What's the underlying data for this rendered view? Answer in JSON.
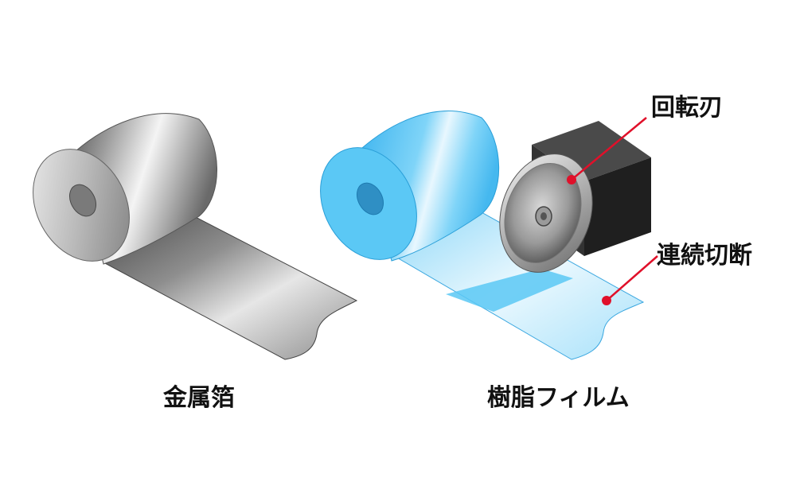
{
  "labels": {
    "metal_foil": "金属箔",
    "resin_film": "樹脂フィルム",
    "rotary_blade": "回転刃",
    "continuous_cutting": "連続切断"
  },
  "colors": {
    "metal": "#9a9a9a",
    "film": "#5bc8f5",
    "blade_box": "#2a2a2a",
    "leader": "#e0102a"
  },
  "icons": [
    "metal-foil-roll",
    "resin-film-roll",
    "rotary-blade",
    "blade-housing"
  ]
}
